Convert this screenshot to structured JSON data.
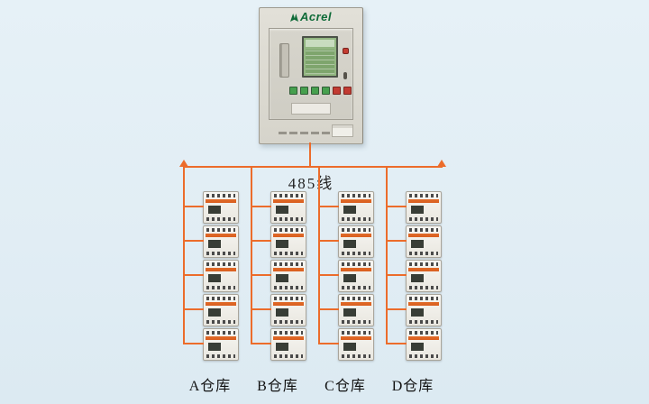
{
  "diagram": {
    "background_color": "#e3eef5",
    "line_color": "#ec6c2b"
  },
  "cabinet": {
    "brand": "Acrel",
    "brand_color": "#0e6b38"
  },
  "bus": {
    "label": "485线"
  },
  "columns": [
    {
      "id": "A",
      "label": "A仓库",
      "device_count": 5
    },
    {
      "id": "B",
      "label": "B仓库",
      "device_count": 5
    },
    {
      "id": "C",
      "label": "C仓库",
      "device_count": 5
    },
    {
      "id": "D",
      "label": "D仓库",
      "device_count": 5
    }
  ]
}
